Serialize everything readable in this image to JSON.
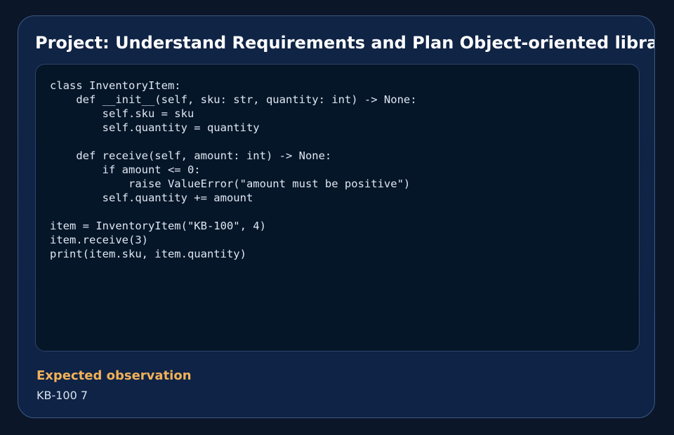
{
  "header": {
    "title": "Project: Understand Requirements and Plan Object-oriented library"
  },
  "code_block": {
    "language": "python",
    "source": "class InventoryItem:\n    def __init__(self, sku: str, quantity: int) -> None:\n        self.sku = sku\n        self.quantity = quantity\n\n    def receive(self, amount: int) -> None:\n        if amount <= 0:\n            raise ValueError(\"amount must be positive\")\n        self.quantity += amount\n\nitem = InventoryItem(\"KB-100\", 4)\nitem.receive(3)\nprint(item.sku, item.quantity)"
  },
  "observation": {
    "label": "Expected observation",
    "value": "KB-100 7"
  },
  "colors": {
    "page_background": "#0b1628",
    "card_background": "#102445",
    "card_border": "#3b5a86",
    "code_background": "#061629",
    "title_text": "#ffffff",
    "code_text": "#dfe7f2",
    "accent_label": "#f2b158",
    "body_text": "#d9e2ee"
  }
}
